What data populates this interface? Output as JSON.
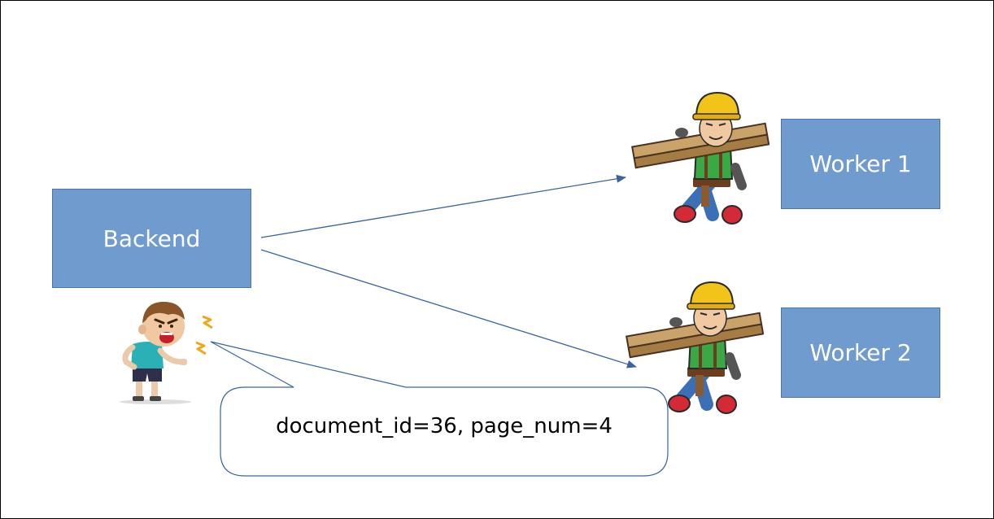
{
  "nodes": {
    "backend": "Backend",
    "worker1": "Worker 1",
    "worker2": "Worker 2"
  },
  "callout": {
    "message": "document_id=36, page_num=4"
  },
  "colors": {
    "box_fill": "#6f9bcf",
    "box_border": "#4a75a8",
    "arrow": "#3a63a0"
  },
  "icons": {
    "client": "angry-boy-icon",
    "worker": "construction-worker-icon"
  }
}
